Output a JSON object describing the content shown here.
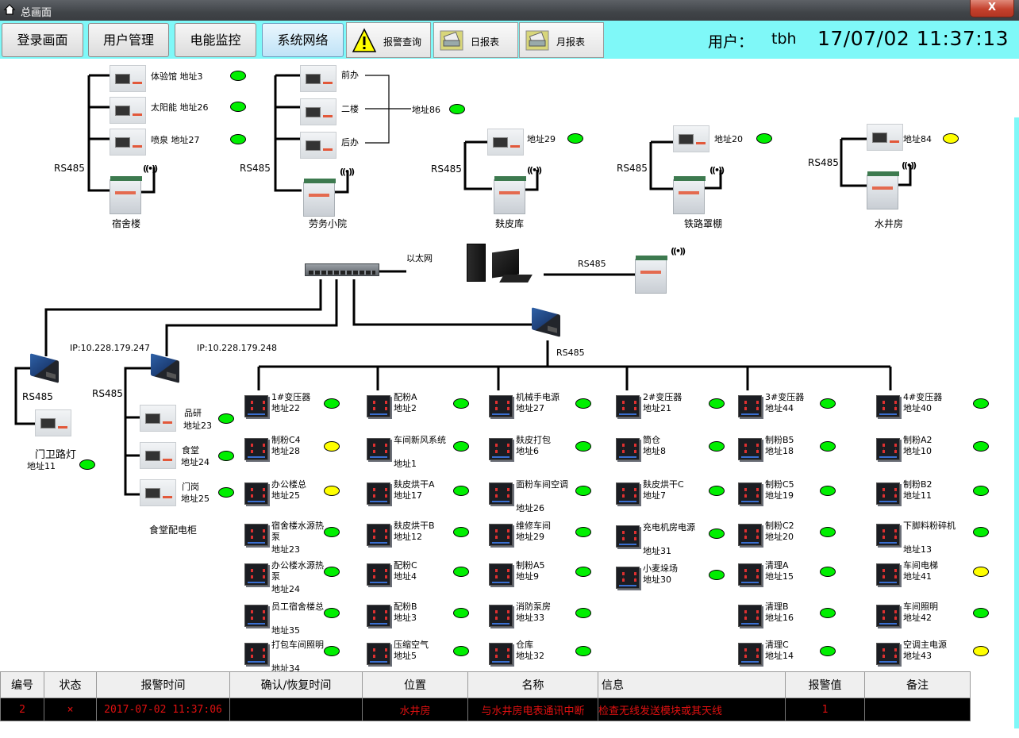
{
  "window": {
    "title": "总画面",
    "close_label": "X"
  },
  "toolbar": {
    "nav": [
      {
        "label": "登录画面",
        "active": false
      },
      {
        "label": "用户管理",
        "active": false
      },
      {
        "label": "电能监控",
        "active": false
      },
      {
        "label": "系统网络",
        "active": true
      }
    ],
    "icon_buttons": [
      {
        "label": "报警查询",
        "icon": "warning-icon"
      },
      {
        "label": "日报表",
        "icon": "printer-icon"
      },
      {
        "label": "月报表",
        "icon": "printer-icon"
      }
    ],
    "user_label": "用户：",
    "username": "tbh",
    "datetime": "17/07/02  11:37:13"
  },
  "colors": {
    "ok": "#00ef00",
    "warn": "#ffff00",
    "toolbar_bg": "#7ff8f8",
    "alarm_text": "#e01010"
  },
  "network": {
    "bus_label": "RS485",
    "ethernet_label": "以太网",
    "pc_rs485_label": "RS485",
    "main_rs485_label": "RS485",
    "ip1": "IP:10.228.179.247",
    "ip2": "IP:10.228.179.248",
    "stations": [
      {
        "name": "宿舍楼",
        "rs485": "RS485",
        "meters": [
          {
            "label": "体验馆  地址3",
            "status": "ok"
          },
          {
            "label": "太阳能  地址26",
            "status": "ok"
          },
          {
            "label": "喷泉     地址27",
            "status": "ok"
          }
        ]
      },
      {
        "name": "劳务小院",
        "rs485": "RS485",
        "meters": [
          {
            "label": "前办"
          },
          {
            "label": "二楼"
          },
          {
            "label": "后办"
          }
        ],
        "group_address": "地址86",
        "group_status": "ok"
      },
      {
        "name": "麸皮库",
        "rs485": "RS485",
        "meters": [
          {
            "label": "地址29",
            "status": "ok"
          }
        ]
      },
      {
        "name": "铁路罩棚",
        "rs485": "RS485",
        "meters": [
          {
            "label": "地址20",
            "status": "ok"
          }
        ]
      },
      {
        "name": "水井房",
        "rs485": "RS485",
        "meters": [
          {
            "label": "地址84",
            "status": "warn"
          }
        ]
      }
    ],
    "gate_light": {
      "name": "门卫路灯",
      "address": "地址11",
      "status": "ok",
      "rs485": "RS485"
    },
    "canteen": {
      "name": "食堂配电柜",
      "rs485": "RS485",
      "meters": [
        {
          "name": "品研",
          "address": "地址23",
          "status": "ok"
        },
        {
          "name": "食堂",
          "address": "地址24",
          "status": "ok"
        },
        {
          "name": "门岗",
          "address": "地址25",
          "status": "ok"
        }
      ]
    },
    "columns": [
      [
        {
          "name": "1#变压器",
          "address": "地址22",
          "status": "ok"
        },
        {
          "name": "制粉C4",
          "address": "地址28",
          "status": "warn"
        },
        {
          "name": "办公楼总",
          "address": "地址25",
          "status": "warn"
        },
        {
          "name": "宿舍楼水源热泵",
          "address": "地址23",
          "status": "ok"
        },
        {
          "name": "办公楼水源热泵",
          "address": "地址24",
          "status": "ok"
        },
        {
          "name": "员工宿舍楼总",
          "address": "地址35",
          "status": "ok"
        },
        {
          "name": "打包车间照明",
          "address": "地址34",
          "status": "ok"
        }
      ],
      [
        {
          "name": "配粉A",
          "address": "地址2",
          "status": "ok"
        },
        {
          "name": "车间新风系统",
          "address": "地址1",
          "status": "ok"
        },
        {
          "name": "麸皮烘干A",
          "address": "地址17",
          "status": "ok"
        },
        {
          "name": "麸皮烘干B",
          "address": "地址12",
          "status": "ok"
        },
        {
          "name": "配粉C",
          "address": "地址4",
          "status": "ok"
        },
        {
          "name": "配粉B",
          "address": "地址3",
          "status": "ok"
        },
        {
          "name": "压缩空气",
          "address": "地址5",
          "status": "ok"
        }
      ],
      [
        {
          "name": "机械手电源",
          "address": "地址27",
          "status": "ok"
        },
        {
          "name": "麸皮打包",
          "address": "地址6",
          "status": "ok"
        },
        {
          "name": "面粉车间空调",
          "address": "地址26",
          "status": "ok"
        },
        {
          "name": "维修车间",
          "address": "地址29",
          "status": "ok"
        },
        {
          "name": "制粉A5",
          "address": "地址9",
          "status": "ok"
        },
        {
          "name": "消防泵房",
          "address": "地址33",
          "status": "ok"
        },
        {
          "name": "仓库",
          "address": "地址32",
          "status": "ok"
        }
      ],
      [
        {
          "name": "2#变压器",
          "address": "地址21",
          "status": "ok"
        },
        {
          "name": "筒仓",
          "address": "地址8",
          "status": "ok"
        },
        {
          "name": "麸皮烘干C",
          "address": "地址7",
          "status": "ok"
        },
        {
          "name": "充电机房电源",
          "address": "地址31",
          "status": "ok"
        },
        {
          "name": "小麦垛场",
          "address": "地址30",
          "status": "ok"
        }
      ],
      [
        {
          "name": "3#变压器",
          "address": "地址44",
          "status": "ok"
        },
        {
          "name": "制粉B5",
          "address": "地址18",
          "status": "ok"
        },
        {
          "name": "制粉C5",
          "address": "地址19",
          "status": "ok"
        },
        {
          "name": "制粉C2",
          "address": "地址20",
          "status": "ok"
        },
        {
          "name": "清理A",
          "address": "地址15",
          "status": "ok"
        },
        {
          "name": "清理B",
          "address": "地址16",
          "status": "ok"
        },
        {
          "name": "清理C",
          "address": "地址14",
          "status": "ok"
        }
      ],
      [
        {
          "name": "4#变压器",
          "address": "地址40",
          "status": "ok"
        },
        {
          "name": "制粉A2",
          "address": "地址10",
          "status": "ok"
        },
        {
          "name": "制粉B2",
          "address": "地址11",
          "status": "ok"
        },
        {
          "name": "下脚料粉碎机",
          "address": "地址13",
          "status": "ok"
        },
        {
          "name": "车间电梯",
          "address": "地址41",
          "status": "warn"
        },
        {
          "name": "车间照明",
          "address": "地址42",
          "status": "ok"
        },
        {
          "name": "空调主电源",
          "address": "地址43",
          "status": "warn"
        }
      ]
    ]
  },
  "alarm_table": {
    "headers": [
      "编号",
      "状态",
      "报警时间",
      "确认/恢复时间",
      "位置",
      "名称",
      "信息",
      "报警值",
      "备注"
    ],
    "rows": [
      [
        "2",
        "×",
        "2017-07-02 11:37:06",
        "",
        "水井房",
        "与水井房电表通讯中断",
        "检查无线发送模块或其天线",
        "1",
        ""
      ]
    ]
  }
}
